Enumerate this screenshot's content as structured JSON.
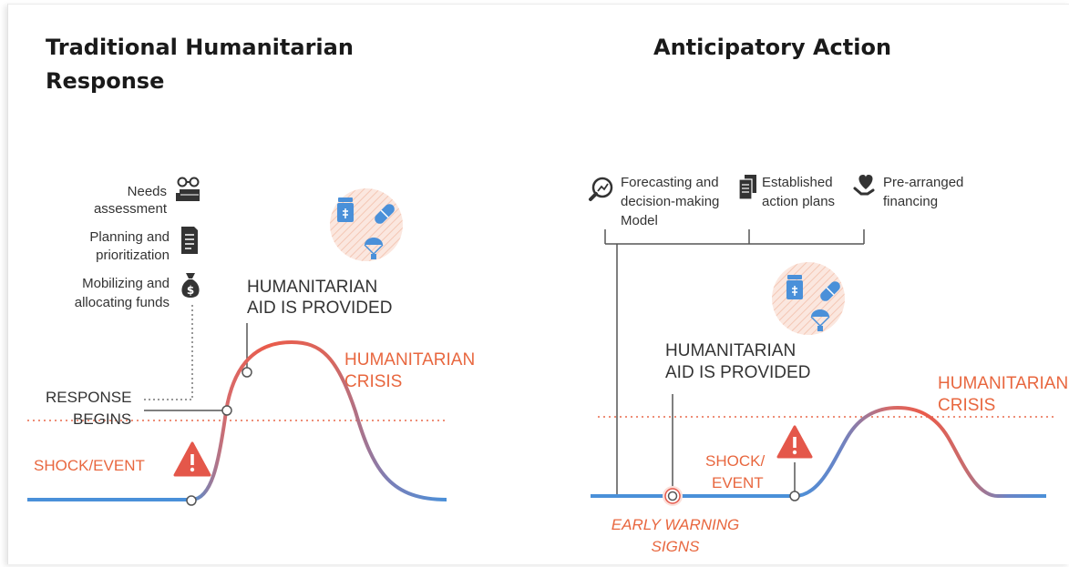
{
  "traditional": {
    "heading_line1": "Traditional Humanitarian",
    "heading_line2": "Response",
    "steps": [
      {
        "line1": "Needs",
        "line2": "assessment",
        "icon": "glasses-icon"
      },
      {
        "line1": "Planning and",
        "line2": "prioritization",
        "icon": "document-icon"
      },
      {
        "line1": "Mobilizing and",
        "line2": "allocating funds",
        "icon": "money-bag-icon"
      }
    ],
    "aid_line1": "HUMANITARIAN",
    "aid_line2": "AID IS PROVIDED",
    "crisis_line1": "HUMANITARIAN",
    "crisis_line2": "CRISIS",
    "response_line1": "RESPONSE",
    "response_line2": "BEGINS",
    "shock": "SHOCK/EVENT"
  },
  "anticipatory": {
    "heading": "Anticipatory Action",
    "pillars": [
      {
        "line1": "Forecasting and",
        "line2": "decision-making",
        "line3": "Model",
        "icon": "magnifier-chart-icon"
      },
      {
        "line1": "Established",
        "line2": "action plans",
        "icon": "documents-icon"
      },
      {
        "line1": "Pre-arranged",
        "line2": "financing",
        "icon": "heart-hand-icon"
      }
    ],
    "aid_line1": "HUMANITARIAN",
    "aid_line2": "AID IS PROVIDED",
    "crisis_line1": "HUMANITARIAN",
    "crisis_line2": "CRISIS",
    "shock_line1": "SHOCK/",
    "shock_line2": "EVENT",
    "warning_line1": "EARLY WARNING",
    "warning_line2": "SIGNS"
  },
  "colors": {
    "baseline_blue": "#4a90d9",
    "crisis_red": "#e8684a",
    "label_orange": "#e8673f",
    "text_dark": "#333333",
    "aid_icon_blue": "#4a90d9",
    "warning_red": "#e4574a"
  }
}
